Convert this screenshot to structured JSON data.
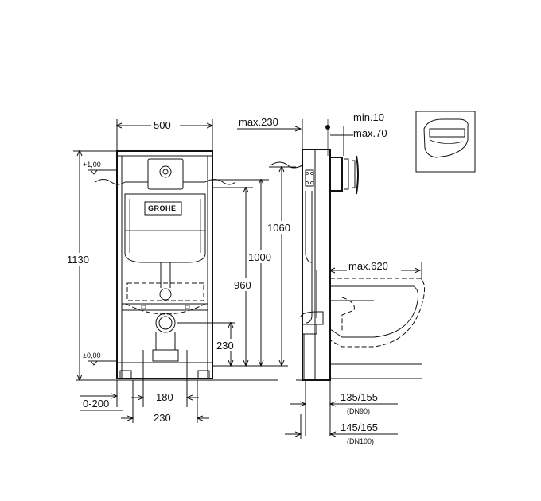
{
  "brand": "GROHE",
  "front_view": {
    "width_top": "500",
    "height_total": "1130",
    "level_top": "+1,00",
    "level_zero": "±0,00",
    "offset": "0-200",
    "bottom_180": "180",
    "bottom_230": "230"
  },
  "vertical_dims": {
    "d1060": "1060",
    "d1000": "1000",
    "d960": "960",
    "d230": "230"
  },
  "side_view": {
    "max230": "max.230",
    "min10": "min.10",
    "max70": "max.70",
    "max620": "max.620",
    "d135_155": "135/155",
    "dn90": "(DN90)",
    "d145_165": "145/165",
    "dn100": "(DN100)"
  }
}
